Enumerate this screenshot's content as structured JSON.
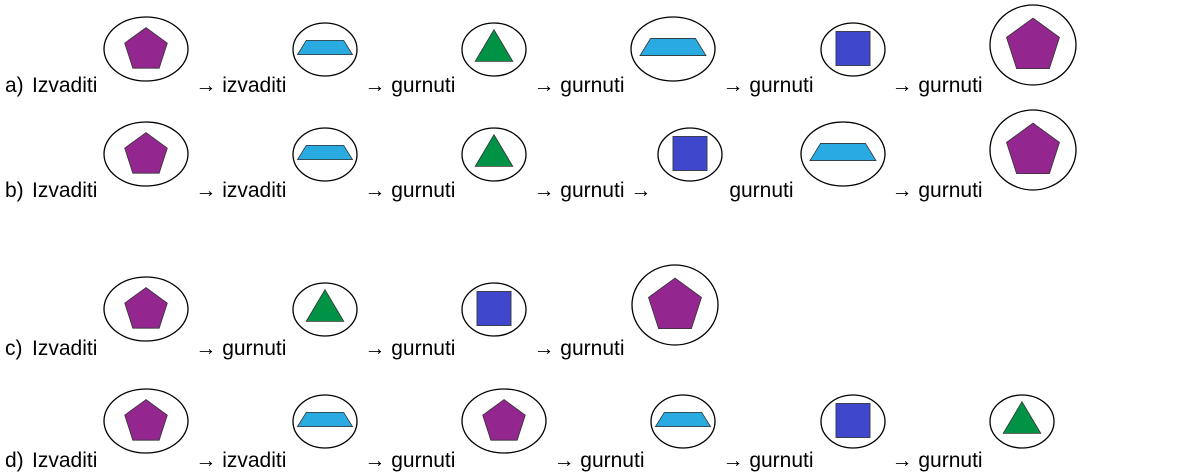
{
  "colors": {
    "pentagon": "#93278F",
    "trapezoid": "#29ABE2",
    "triangle": "#009245",
    "square": "#3F48CC",
    "outline": "#000000"
  },
  "rows": [
    {
      "label": "a)",
      "items": [
        {
          "type": "text",
          "text": "Izvaditi"
        },
        {
          "type": "shape",
          "shape": "pentagon",
          "size": "medium"
        },
        {
          "type": "text",
          "text": "→ izvaditi"
        },
        {
          "type": "shape",
          "shape": "trapezoid",
          "size": "small"
        },
        {
          "type": "text",
          "text": "→ gurnuti"
        },
        {
          "type": "shape",
          "shape": "triangle",
          "size": "small"
        },
        {
          "type": "text",
          "text": "→ gurnuti"
        },
        {
          "type": "shape",
          "shape": "trapezoid",
          "size": "medium"
        },
        {
          "type": "text",
          "text": "→ gurnuti"
        },
        {
          "type": "shape",
          "shape": "square",
          "size": "small"
        },
        {
          "type": "text",
          "text": "→ gurnuti"
        },
        {
          "type": "shape",
          "shape": "pentagon",
          "size": "large"
        }
      ]
    },
    {
      "label": "b)",
      "items": [
        {
          "type": "text",
          "text": "Izvaditi"
        },
        {
          "type": "shape",
          "shape": "pentagon",
          "size": "medium"
        },
        {
          "type": "text",
          "text": "→ izvaditi"
        },
        {
          "type": "shape",
          "shape": "trapezoid",
          "size": "small"
        },
        {
          "type": "text",
          "text": "→ gurnuti"
        },
        {
          "type": "shape",
          "shape": "triangle",
          "size": "small"
        },
        {
          "type": "text",
          "text": "→ gurnuti →"
        },
        {
          "type": "shape",
          "shape": "square",
          "size": "small"
        },
        {
          "type": "text",
          "text": "gurnuti"
        },
        {
          "type": "shape",
          "shape": "trapezoid",
          "size": "medium"
        },
        {
          "type": "text",
          "text": "→ gurnuti"
        },
        {
          "type": "shape",
          "shape": "pentagon",
          "size": "large"
        }
      ]
    },
    {
      "label": "c)",
      "items": [
        {
          "type": "text",
          "text": "Izvaditi"
        },
        {
          "type": "shape",
          "shape": "pentagon",
          "size": "medium"
        },
        {
          "type": "text",
          "text": "→ gurnuti"
        },
        {
          "type": "shape",
          "shape": "triangle",
          "size": "small"
        },
        {
          "type": "text",
          "text": "→ gurnuti"
        },
        {
          "type": "shape",
          "shape": "square",
          "size": "small"
        },
        {
          "type": "text",
          "text": "→ gurnuti"
        },
        {
          "type": "shape",
          "shape": "pentagon",
          "size": "large"
        }
      ]
    },
    {
      "label": "d)",
      "items": [
        {
          "type": "text",
          "text": "Izvaditi"
        },
        {
          "type": "shape",
          "shape": "pentagon",
          "size": "medium"
        },
        {
          "type": "text",
          "text": "→ izvaditi"
        },
        {
          "type": "shape",
          "shape": "trapezoid",
          "size": "small"
        },
        {
          "type": "text",
          "text": "→ gurnuti"
        },
        {
          "type": "shape",
          "shape": "pentagon",
          "size": "medium"
        },
        {
          "type": "text",
          "text": "→ gurnuti"
        },
        {
          "type": "shape",
          "shape": "trapezoid",
          "size": "small"
        },
        {
          "type": "text",
          "text": "→ gurnuti"
        },
        {
          "type": "shape",
          "shape": "square",
          "size": "small"
        },
        {
          "type": "text",
          "text": "→ gurnuti"
        },
        {
          "type": "shape",
          "shape": "triangle",
          "size": "small"
        }
      ]
    }
  ]
}
